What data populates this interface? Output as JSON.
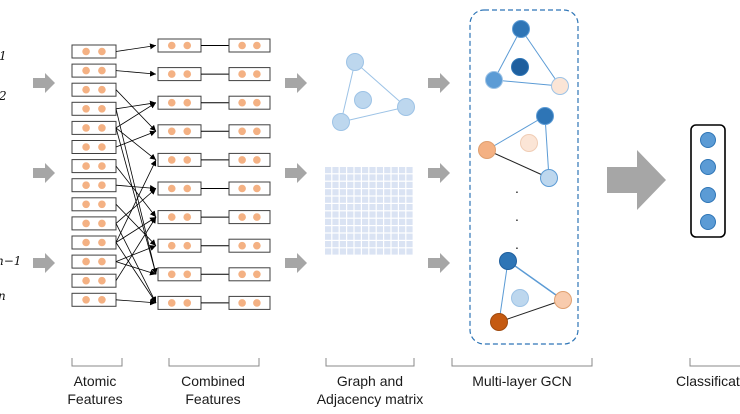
{
  "row_labels": {
    "first": "1",
    "second": "2",
    "second_last": "n−1",
    "last": "n"
  },
  "captions": {
    "atomic_line1": "Atomic",
    "atomic_line2": "Features",
    "combined_line1": "Combined",
    "combined_line2": "Features",
    "graph_line1": "Graph and",
    "graph_line2": "Adjacency matrix",
    "gcn": "Multi-layer GCN",
    "classification": "Classificat"
  },
  "ellipsis": ".",
  "colors": {
    "box_border": "#404040",
    "feature_dot": "#f4b183",
    "arrow_gray": "#a6a6a6",
    "graph_node": "#bdd7ee",
    "graph_node_border": "#9dc3e6",
    "matrix_cell": "#dae3f3",
    "node_dark_blue": "#2e75b6",
    "node_mid_blue": "#5b9bd5",
    "node_light_peach": "#fbe5d6",
    "node_peach": "#f4b183",
    "node_orange_brown": "#c55a11",
    "gcn_border": "#2e75b6",
    "classifier_border": "#000000"
  },
  "icons": {
    "arrow": "right-arrow-icon"
  }
}
